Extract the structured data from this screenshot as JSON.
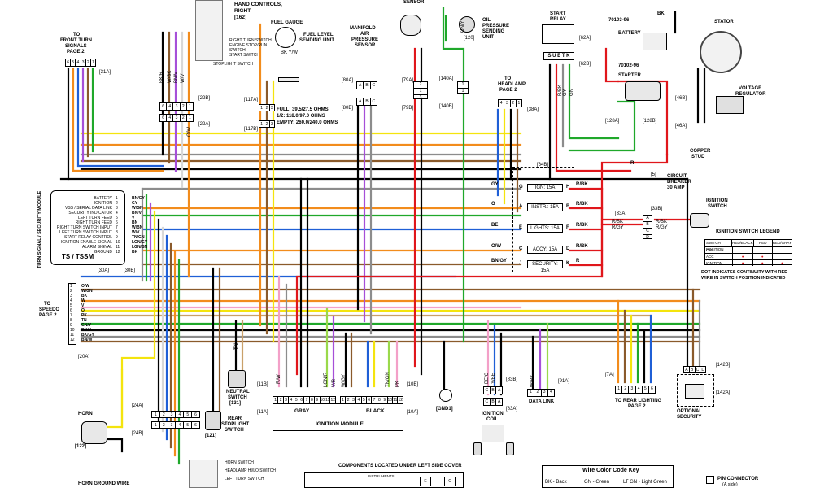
{
  "title_fragments": {
    "hand_controls": "HAND CONTROLS,",
    "right": "RIGHT",
    "hand_controls_code": "[162]",
    "sensor": "SENSOR"
  },
  "front_turn": {
    "to": "TO",
    "line1": "FRONT TURN",
    "line2": "SIGNALS",
    "line3": "PAGE 2",
    "pins": [
      "6",
      "5",
      "4",
      "3",
      "2",
      "1"
    ],
    "code": "[31A]"
  },
  "switches_right": {
    "horn": "RIGHT TURN SWITCH",
    "engine": "ENGINE STOP/RUN",
    "switch": "SWITCH",
    "start": "START SWITCH",
    "stoplight": "STOPLIGHT SWITCH"
  },
  "fuel_gauge": {
    "title": "FUEL GAUGE",
    "unit1": "FUEL LEVEL",
    "unit2": "SENDING UNIT",
    "wires": "BK Y/W",
    "full": "FULL: 39.5/27.5  OHMS",
    "half": "1/2: 118.0/97.0  OHMS",
    "empty": "EMPTY: 260.0/240.0 OHMS",
    "c117a": "[117A]",
    "c117b": "[117B]"
  },
  "manifold": {
    "line1": "MANIFOLD",
    "line2": "AIR",
    "line3": "PRESSURE",
    "line4": "SENSOR",
    "pins": [
      "A",
      "B",
      "C"
    ],
    "c80a": "[80A]",
    "c80b": "[80B]"
  },
  "oil_pressure": {
    "line1": "OIL",
    "line2": "PRESSURE",
    "line3": "SENDING",
    "line4": "UNIT",
    "code": "[120]"
  },
  "headlamp": {
    "to": "TO",
    "line1": "HEADLAMP",
    "line2": "PAGE 2",
    "pins": [
      "4",
      "3",
      "2",
      "1"
    ],
    "code": "[38A]"
  },
  "start_relay": {
    "line1": "START",
    "line2": "RELAY",
    "pins": "S U E T K",
    "c62a": "[62A]",
    "c62b": "[62B]"
  },
  "battery": {
    "part": "70103-96",
    "label": "BATTERY",
    "part2": "70102-96"
  },
  "starter": {
    "label": "STARTER",
    "c128a": "[128A]",
    "c128b": "[128B]"
  },
  "stator": {
    "label": "STATOR"
  },
  "voltage_regulator": {
    "line1": "VOLTAGE",
    "line2": "REGULATOR",
    "c46a": "[46A]",
    "c46b": "[46B]"
  },
  "copper_stud": {
    "line1": "COPPER",
    "line2": "STUD"
  },
  "circuit_breaker": {
    "line1": "CIRCUIT",
    "line2": "BREAKER",
    "line3": "30 AMP",
    "code": "[5]"
  },
  "connector_codes": {
    "c22a": "[22A]",
    "c22b": "[22B]",
    "c79a": "[79A]",
    "c79b": "[79B]",
    "c140a": "[140A]",
    "c140b": "[140B]",
    "c64b": "[64B]",
    "c33a": "[33A]",
    "c33b": "[33B]",
    "c30a": "[30A]",
    "c30b": "[30B]",
    "c20a": "[20A]",
    "c11a": "[11A]",
    "c11b": "[11B]",
    "c10a": "[10A]",
    "c10b": "[10B]",
    "c24a": "[24A]",
    "c24b": "[24B]",
    "c83a": "[83A]",
    "c83b": "[83B]",
    "c91a": "[91A]",
    "c7a": "[7A]",
    "c142a": "[142A]",
    "c142b": "[142B]"
  },
  "fuses": [
    {
      "name": "IGN: 15A",
      "left": "G",
      "right": "H",
      "wire_in": "GY",
      "wire_out": "R/BK"
    },
    {
      "name": "INSTR.: 15A",
      "left": "A",
      "right": "B",
      "wire_in": "O",
      "wire_out": "R/BK"
    },
    {
      "name": "LIGHTS: 15A",
      "left": "E",
      "right": "F",
      "wire_in": "BE",
      "wire_out": "R/BK"
    },
    {
      "name": "ACCY: 15A",
      "left": "C",
      "right": "D",
      "wire_in": "O/W",
      "wire_out": "R/BK"
    },
    {
      "name": "SECURITY: 15A",
      "left": "J",
      "right": "K",
      "wire_in": "BN/GY",
      "wire_out": "R"
    }
  ],
  "ignition_switch": {
    "line1": "IGNITION",
    "line2": "SWITCH",
    "legend_title": "IGNITION SWITCH LEGEND",
    "col_pos": "SWITCH POSITION",
    "col1": "RED/BLACK",
    "col2": "RED",
    "col3": "RED/GRAY",
    "rows": [
      "OFF",
      "ACC",
      "IGNITION"
    ],
    "note1": "DOT INDICATES CONTINUITY WITH RED",
    "note2": "WIRE IN SWITCH POSITION INDICATED",
    "pins": [
      "A",
      "B",
      "C",
      "D"
    ],
    "wires": [
      "R/BK",
      "R/GY",
      "R/BK",
      "R/GY"
    ]
  },
  "tssm": {
    "side_label": "TURN SIGNAL / SECURITY MODULE",
    "name": "TS / TSSM",
    "rows": [
      {
        "label": "BATTERY",
        "pin": "1",
        "wire": "BN/GY"
      },
      {
        "label": "IGNITION",
        "pin": "2",
        "wire": "GY"
      },
      {
        "label": "VSS / SERIAL DATA LINK",
        "pin": "3",
        "wire": "W/GN"
      },
      {
        "label": "SECURITY INDICATOR",
        "pin": "4",
        "wire": "BN/V"
      },
      {
        "label": "LEFT TURN FEED",
        "pin": "5",
        "wire": "V"
      },
      {
        "label": "RIGHT TURN FEED",
        "pin": "6",
        "wire": "BN"
      },
      {
        "label": "RIGHT TURN SWITCH INPUT",
        "pin": "7",
        "wire": "W/BN"
      },
      {
        "label": "LEFT TURN SWITCH INPUT",
        "pin": "8",
        "wire": "W/V"
      },
      {
        "label": "START RELAY CONTROL",
        "pin": "9",
        "wire": "TN/GN"
      },
      {
        "label": "IGNITION ENABLE SIGNAL",
        "pin": "10",
        "wire": "LGN/GY"
      },
      {
        "label": "ALARM SIGNAL",
        "pin": "11",
        "wire": "LGN/BN"
      },
      {
        "label": "GROUND",
        "pin": "12",
        "wire": "BK"
      }
    ]
  },
  "speedo": {
    "to": "TO",
    "line1": "SPEEDO",
    "line2": "PAGE 2",
    "rows": [
      {
        "pin": "1",
        "wire": "O/W"
      },
      {
        "pin": "2",
        "wire": "W/GN"
      },
      {
        "pin": "3",
        "wire": "BK"
      },
      {
        "pin": "4",
        "wire": "W"
      },
      {
        "pin": "5",
        "wire": "V"
      },
      {
        "pin": "6",
        "wire": "O"
      },
      {
        "pin": "7",
        "wire": "PK"
      },
      {
        "pin": "8",
        "wire": "TN"
      },
      {
        "pin": "9",
        "wire": "GN/Y"
      },
      {
        "pin": "10",
        "wire": "BK/Y"
      },
      {
        "pin": "11",
        "wire": "BK/GY"
      },
      {
        "pin": "12",
        "wire": "BN/W"
      }
    ]
  },
  "neutral_switch": {
    "line1": "NEUTRAL",
    "line2": "SWITCH",
    "code": "[131]",
    "wire": "TN"
  },
  "rear_stoplight": {
    "line1": "REAR",
    "line2": "STOPLIGHT",
    "line3": "SWITCH",
    "code": "[121]"
  },
  "horn": {
    "label": "HORN",
    "code": "[122]",
    "ground": "HORN GROUND WIRE"
  },
  "ignition_module": {
    "label": "IGNITION MODULE",
    "gray": "GRAY",
    "black": "BLACK",
    "pins": [
      "1",
      "2",
      "3",
      "4",
      "5",
      "6",
      "7",
      "8",
      "9",
      "10",
      "11",
      "12"
    ]
  },
  "gnd1": {
    "label": "[GND1]"
  },
  "ignition_coil": {
    "line1": "IGNITION",
    "line2": "COIL",
    "pins": [
      "C",
      "B",
      "A"
    ]
  },
  "data_link": {
    "label": "DATA LINK",
    "pins": [
      "1",
      "2",
      "3",
      "4"
    ]
  },
  "rear_lighting": {
    "line1": "TO REAR LIGHTING",
    "line2": "PAGE 2",
    "pins": [
      "1",
      "2",
      "3",
      "4",
      "5",
      "6"
    ]
  },
  "optional_security": {
    "line1": "OPTIONAL",
    "line2": "SECURITY",
    "pins": [
      "A",
      "B",
      "C",
      "D"
    ]
  },
  "bottom_left_switches": {
    "horn": "HORN SWITCH",
    "headlamp": "HEADLAMP HI/LO SWITCH",
    "left_turn": "LEFT TURN SWITCH"
  },
  "components_under_cover": "COMPONENTS LOCATED UNDER LEFT SIDE COVER",
  "instruments": "INSTRUMENTS",
  "wire_key": {
    "title": "Wire Color Code Key",
    "items": [
      "BK - Back",
      "GN - Green",
      "LT GN - Light Green"
    ]
  },
  "pin_connector": {
    "line1": "PIN CONNECTOR",
    "line2": "(A side)"
  },
  "wire_labels": {
    "bk_r": "BK/R",
    "w_bk": "W/BK",
    "bn_v": "BN/V",
    "w_v": "W/V",
    "o_w": "O/W",
    "r_bk": "R/BK",
    "r": "R",
    "gy": "GY",
    "bk": "BK",
    "gn_y": "GN/Y",
    "r_w": "R/W",
    "lgn_r": "LGN/R",
    "v_r": "V/R",
    "w_gy": "W/GY",
    "tn_gn": "TN/GN",
    "gn": "GN",
    "pk": "PK",
    "be_o": "BE/O",
    "y_be": "Y/BE",
    "w_bk2": "W/BK"
  },
  "colors": {
    "red": "#e0161b",
    "black": "#000000",
    "green": "#1fa82a",
    "gray": "#8c8c8c",
    "orange": "#f28c1c",
    "yellow": "#f4e40d",
    "blue": "#1f5fd6",
    "violet": "#a64fd8",
    "brown": "#8a5a2b",
    "pink": "#f3a0c8",
    "white": "#d8d8d8",
    "tan": "#c9a06a",
    "lightgreen": "#9ad94b"
  }
}
